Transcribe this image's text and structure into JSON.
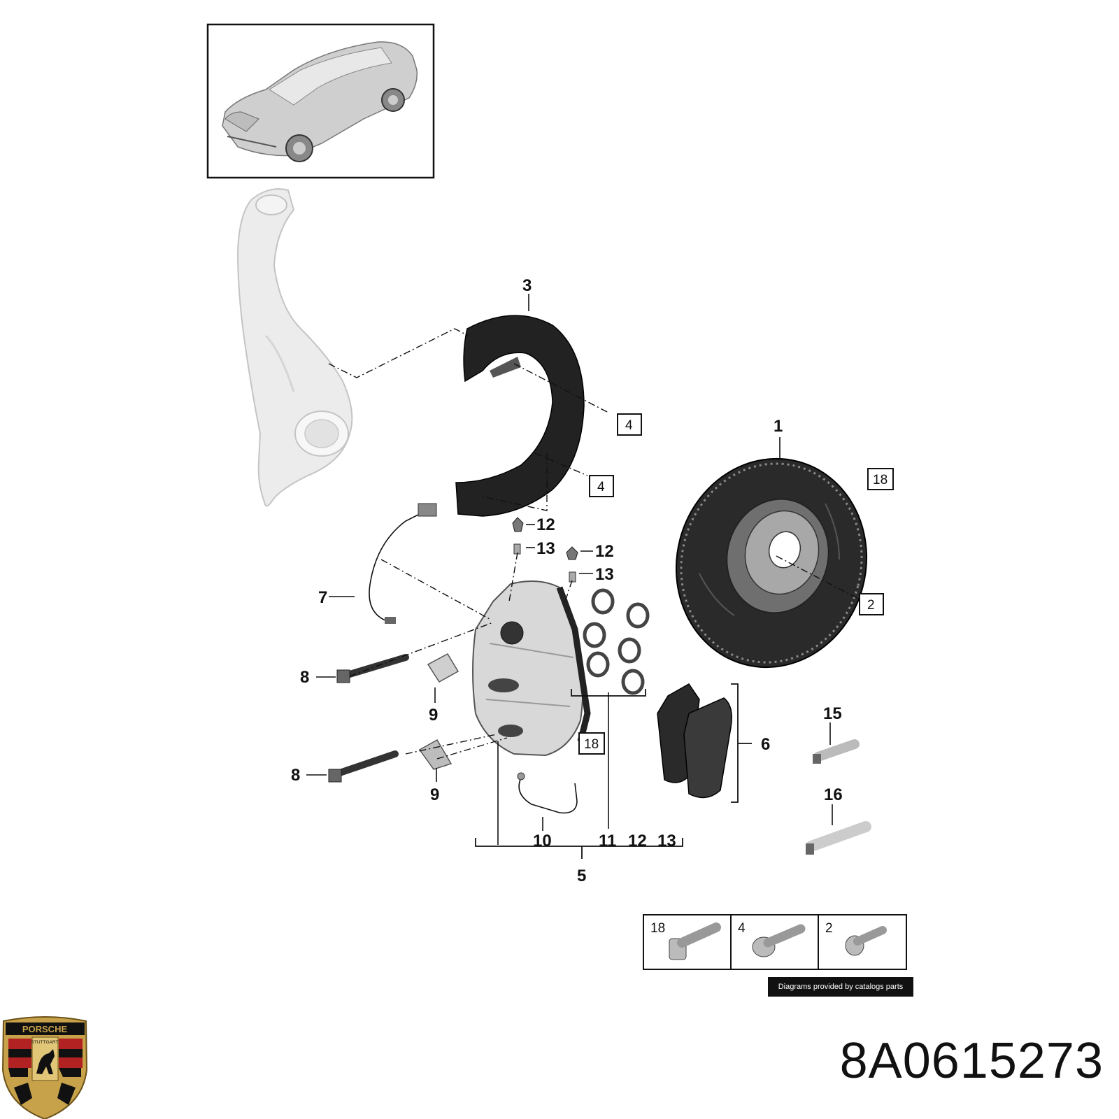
{
  "callouts": {
    "c1": "1",
    "c3": "3",
    "c5": "5",
    "c6": "6",
    "c7": "7",
    "c8a": "8",
    "c8b": "8",
    "c9a": "9",
    "c9b": "9",
    "c10": "10",
    "c11": "11",
    "c12_bottom": "12",
    "c13_bottom": "13",
    "c12a": "12",
    "c13a": "13",
    "c12b": "12",
    "c13b": "13",
    "c15": "15",
    "c16": "16"
  },
  "boxed_refs": {
    "shield_upper": "4",
    "shield_lower": "4",
    "disc_top": "18",
    "disc_center": "2",
    "caliper": "18"
  },
  "hardware_legend": [
    "18",
    "4",
    "2"
  ],
  "credit": "Diagrams provided by catalogs parts",
  "part_number": "8A0615273",
  "logo": {
    "text_top": "PORSCHE",
    "text_mid": "STUTTGART",
    "colors": [
      "#c8a24a",
      "#b22222",
      "#111111"
    ]
  }
}
